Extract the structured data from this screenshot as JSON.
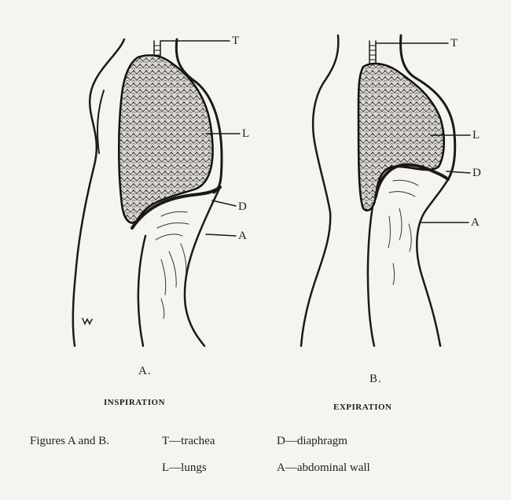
{
  "figure_a": {
    "letter": "A.",
    "title": "INSPIRATION",
    "labels": {
      "t": "T",
      "l": "L",
      "d": "D",
      "a": "A"
    }
  },
  "figure_b": {
    "letter": "B.",
    "title": "EXPIRATION",
    "labels": {
      "t": "T",
      "l": "L",
      "d": "D",
      "a": "A"
    }
  },
  "legend": {
    "caption": "Figures A and B.",
    "items": [
      "T—trachea",
      "L—lungs",
      "D—diaphragm",
      "A—abdominal wall"
    ]
  }
}
